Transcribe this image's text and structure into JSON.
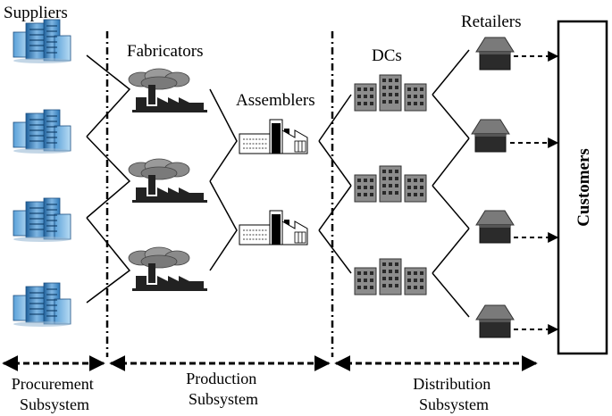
{
  "labels": {
    "suppliers": "Suppliers",
    "fabricators": "Fabricators",
    "assemblers": "Assemblers",
    "dcs": "DCs",
    "retailers": "Retailers",
    "customers": "Customers"
  },
  "subsystems": {
    "procurement": [
      "Procurement",
      "Subsystem"
    ],
    "production": [
      "Production",
      "Subsystem"
    ],
    "distribution": [
      "Distribution",
      "Subsystem"
    ]
  }
}
